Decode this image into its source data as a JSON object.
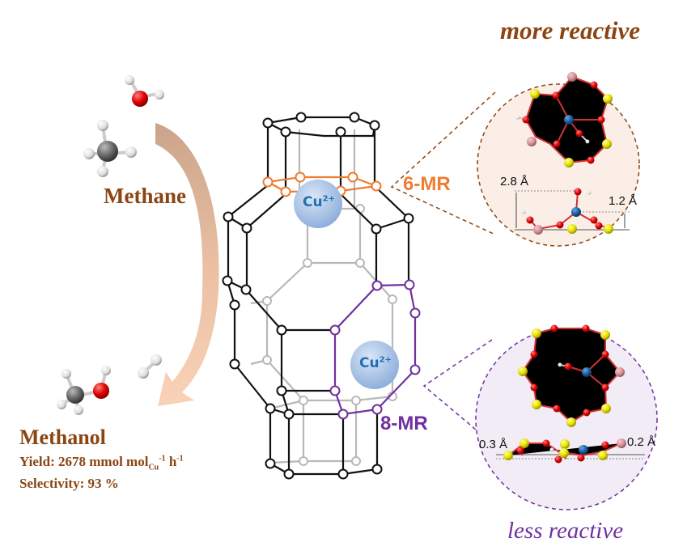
{
  "reactants": {
    "methane_label": "Methane",
    "molecules": [
      "water-molecule",
      "methane-molecule"
    ]
  },
  "products": {
    "methanol_label": "Methanol",
    "yield_prefix": "Yield: 2678 mmol mol",
    "yield_sub": "Cu",
    "yield_sup1": "-1",
    "yield_mid": " h",
    "yield_sup2": "-1",
    "selectivity": "Selectivity: 93 %",
    "molecules": [
      "methanol-molecule",
      "hydrogen-molecule"
    ]
  },
  "framework": {
    "site_top": {
      "ion": "Cu",
      "charge": "2+",
      "ring": "6-MR"
    },
    "site_bottom": {
      "ion": "Cu",
      "charge": "2+",
      "ring": "8-MR"
    }
  },
  "insets": {
    "top": {
      "caption": "more reactive",
      "distance_left": "2.8 Å",
      "distance_right": "1.2 Å"
    },
    "bottom": {
      "caption": "less reactive",
      "distance_left": "0.3 Å",
      "distance_right": "0.2 Å"
    }
  },
  "colors": {
    "text_brown": "#8b4513",
    "six_mr_orange": "#ed7d31",
    "eight_mr_purple": "#7030a0",
    "cu_blue": "#1f6fb4",
    "arrow_peach": "#f4b183",
    "inset_top_fill": "#fbeee6",
    "inset_bottom_fill": "#f2ecf6",
    "oxygen": "#e00000",
    "silicon": "#e8e000",
    "aluminum": "#d8909a",
    "copper_atom": "#1a5f9e"
  }
}
